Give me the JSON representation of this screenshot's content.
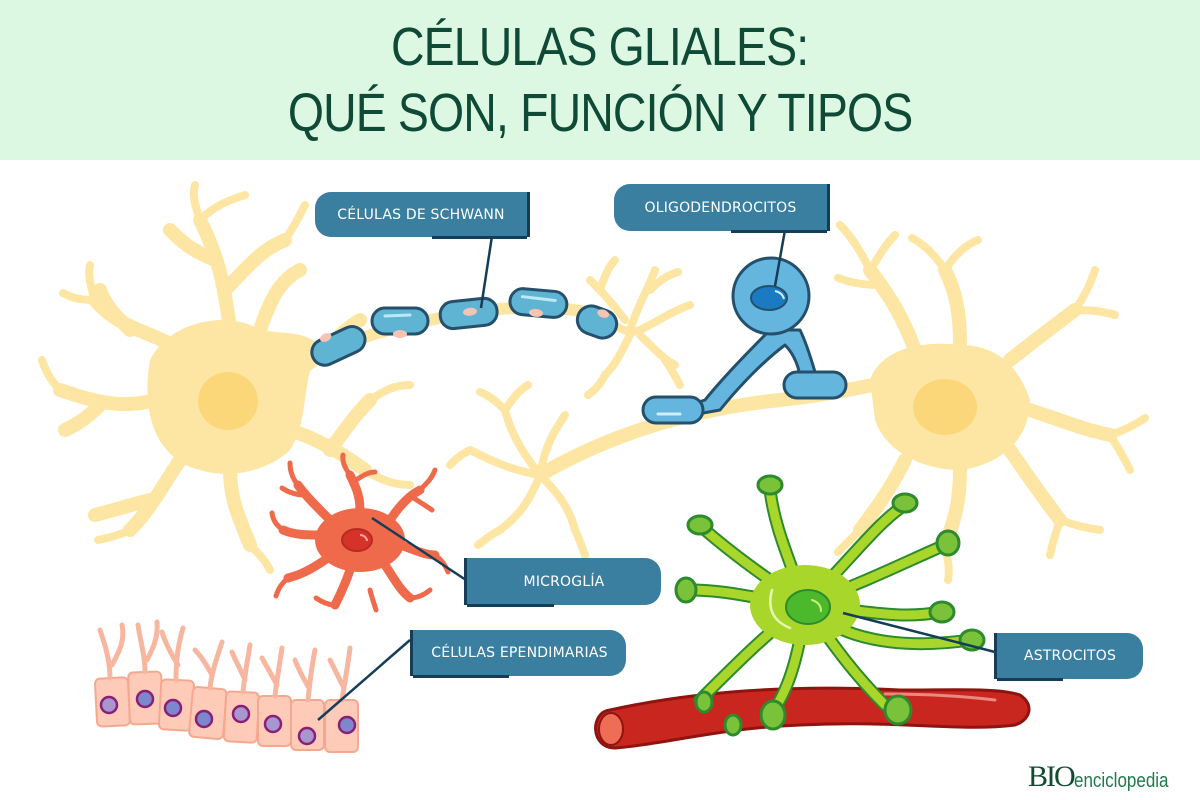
{
  "header": {
    "title_line1": "CÉLULAS GLIALES:",
    "title_line2": "QUÉ SON, FUNCIÓN Y TIPOS",
    "background_color": "#dcf7e2",
    "text_color": "#0f4a37"
  },
  "labels": {
    "schwann": "CÉLULAS DE SCHWANN",
    "oligodendrocytes": "OLIGODENDROCITOS",
    "microglia": "MICROGLÍA",
    "ependymal": "CÉLULAS EPENDIMARIAS",
    "astrocytes": "ASTROCITOS"
  },
  "label_style": {
    "fill": "#3a7fa0",
    "border": "#163d58",
    "text": "#ffffff"
  },
  "cell_colors": {
    "neuron": "#fde6a3",
    "neuron_nucleus": "#fcd77a",
    "schwann": "#5fb3d3",
    "oligodendrocyte": "#64b6df",
    "microglia": "#ee6a4a",
    "ependymal": "#fdcbb8",
    "astrocyte": "#a8d62a",
    "blood_vessel": "#c8261f"
  },
  "logo": {
    "bio": "BIO",
    "rest": "enciclopedia"
  }
}
